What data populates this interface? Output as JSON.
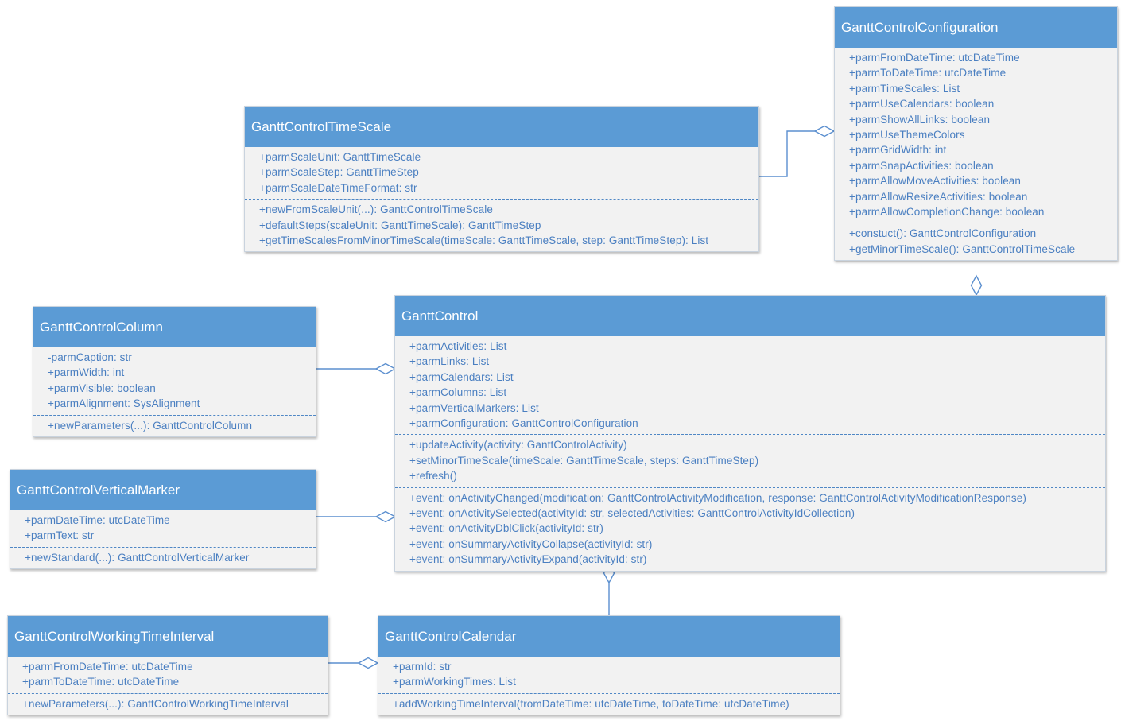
{
  "colors": {
    "header": "#5b9bd5",
    "body": "#f2f2f2",
    "text": "#4a7fc1",
    "connector": "#5b8fcf"
  },
  "classes": {
    "configuration": {
      "name": "GanttControlConfiguration",
      "attributes": [
        "+parmFromDateTime: utcDateTime",
        "+parmToDateTime: utcDateTime",
        "+parmTimeScales: List",
        "+parmUseCalendars: boolean",
        "+parmShowAllLinks: boolean",
        "+parmUseThemeColors",
        "+parmGridWidth: int",
        "+parmSnapActivities: boolean",
        "+parmAllowMoveActivities: boolean",
        "+parmAllowResizeActivities: boolean",
        "+parmAllowCompletionChange: boolean"
      ],
      "methods": [
        "+constuct(): GanttControlConfiguration",
        "+getMinorTimeScale(): GanttControlTimeScale"
      ]
    },
    "timescale": {
      "name": "GanttControlTimeScale",
      "attributes": [
        "+parmScaleUnit: GanttTimeScale",
        "+parmScaleStep: GanttTimeStep",
        "+parmScaleDateTimeFormat: str"
      ],
      "methods": [
        "+newFromScaleUnit(...): GanttControlTimeScale",
        "+defaultSteps(scaleUnit: GanttTimeScale): GanttTimeStep",
        "+getTimeScalesFromMinorTimeScale(timeScale: GanttTimeScale, step: GanttTimeStep): List"
      ]
    },
    "column": {
      "name": "GanttControlColumn",
      "attributes": [
        "-parmCaption: str",
        "+parmWidth: int",
        "+parmVisible: boolean",
        "+parmAlignment: SysAlignment"
      ],
      "methods": [
        "+newParameters(...): GanttControlColumn"
      ]
    },
    "control": {
      "name": "GanttControl",
      "attributes": [
        "+parmActivities: List",
        "+parmLinks: List",
        "+parmCalendars: List",
        "+parmColumns: List",
        "+parmVerticalMarkers: List",
        "+parmConfiguration: GanttControlConfiguration"
      ],
      "methods": [
        "+updateActivity(activity: GanttControlActivity)",
        "+setMinorTimeScale(timeScale: GanttTimeScale, steps: GanttTimeStep)",
        "+refresh()"
      ],
      "events": [
        "+event: onActivityChanged(modification: GanttControlActivityModification, response: GanttControlActivityModificationResponse)",
        "+event: onActivitySelected(activityId: str, selectedActivities: GanttControlActivityIdCollection)",
        "+event: onActivityDblClick(activityId: str)",
        "+event: onSummaryActivityCollapse(activityId: str)",
        "+event: onSummaryActivityExpand(activityId: str)"
      ]
    },
    "marker": {
      "name": "GanttControlVerticalMarker",
      "attributes": [
        "+parmDateTime: utcDateTime",
        "+parmText: str"
      ],
      "methods": [
        "+newStandard(...): GanttControlVerticalMarker"
      ]
    },
    "interval": {
      "name": "GanttControlWorkingTimeInterval",
      "attributes": [
        "+parmFromDateTime: utcDateTime",
        "+parmToDateTime: utcDateTime"
      ],
      "methods": [
        "+newParameters(...): GanttControlWorkingTimeInterval"
      ]
    },
    "calendar": {
      "name": "GanttControlCalendar",
      "attributes": [
        "+parmId: str",
        "+parmWorkingTimes: List"
      ],
      "methods": [
        "+addWorkingTimeInterval(fromDateTime: utcDateTime, toDateTime: utcDateTime)"
      ]
    }
  }
}
